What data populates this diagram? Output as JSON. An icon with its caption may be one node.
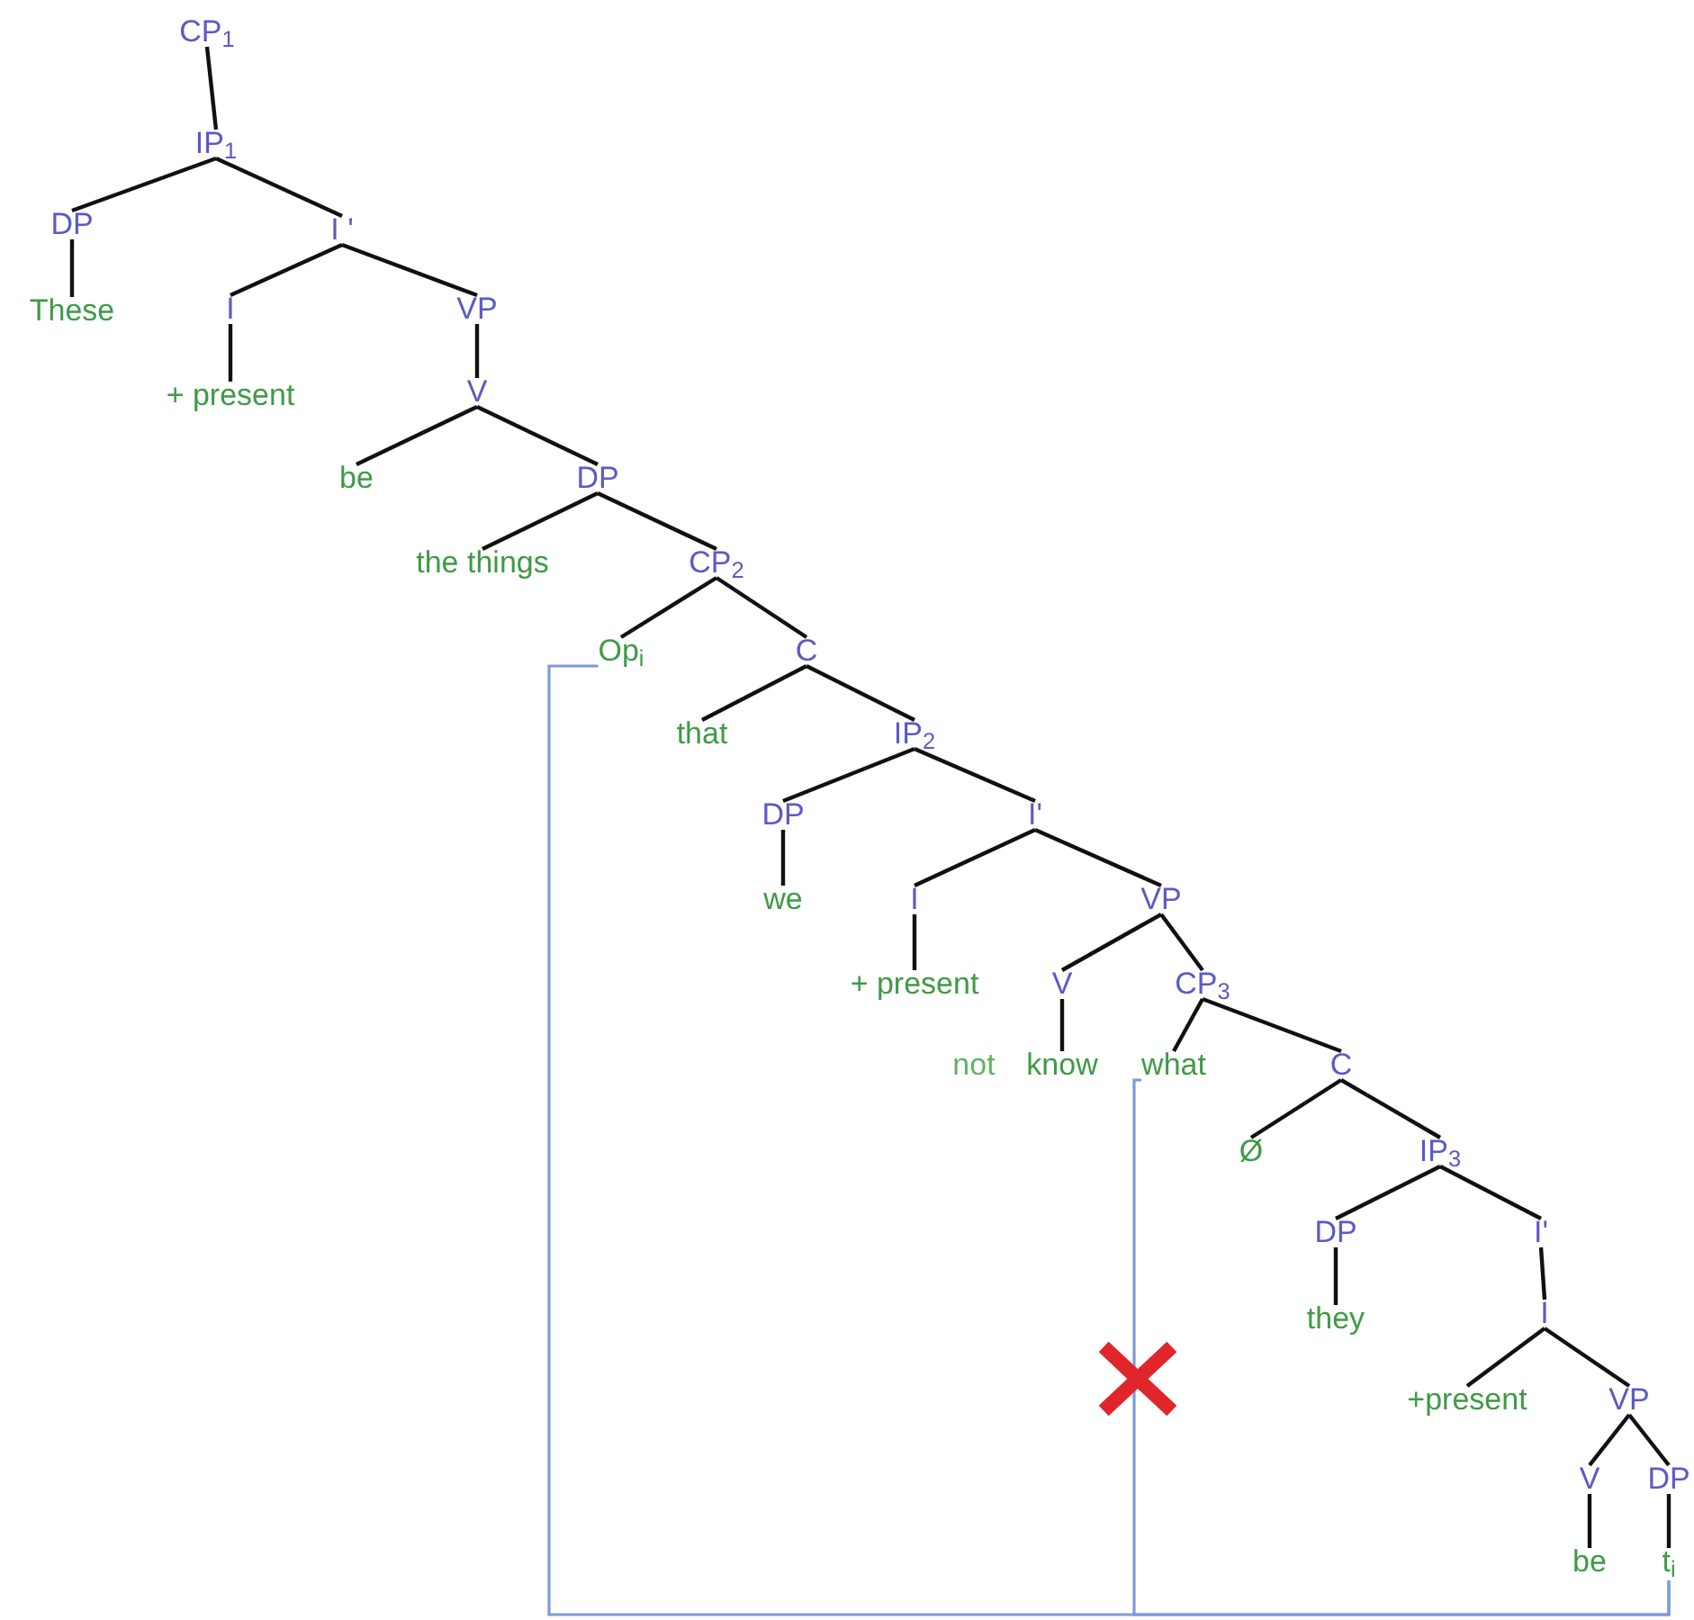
{
  "diagram": {
    "nodes": [
      {
        "text": [
          "CP$_{1}$"
        ]
      },
      {
        "text": [
          "IP$_{1}$"
        ]
      },
      {
        "text": [
          "DP"
        ]
      },
      {
        "text": [
          "I '"
        ]
      },
      {
        "text": [
          "These"
        ]
      },
      {
        "text": [
          "I"
        ]
      },
      {
        "text": [
          "VP"
        ]
      },
      {
        "text": [
          "+ present"
        ]
      },
      {
        "text": [
          "V"
        ]
      },
      {
        "text": [
          "be"
        ]
      },
      {
        "text": [
          "DP"
        ]
      },
      {
        "text": [
          "the things"
        ]
      },
      {
        "text": [
          "CP$_{2}$"
        ]
      },
      {
        "text": [
          "Op$_{i}$"
        ]
      },
      {
        "text": [
          "C"
        ]
      },
      {
        "text": [
          "that"
        ]
      },
      {
        "text": [
          "IP$_{2}$"
        ]
      },
      {
        "text": [
          "DP"
        ]
      },
      {
        "text": [
          "I'"
        ]
      },
      {
        "text": [
          "we"
        ]
      },
      {
        "text": [
          "I"
        ]
      },
      {
        "text": [
          "VP"
        ]
      },
      {
        "text": [
          "+ present"
        ]
      },
      {
        "text": [
          "V"
        ]
      },
      {
        "text": [
          "CP$_{3}$"
        ]
      },
      {
        "text": [
          "know"
        ]
      },
      {
        "text": [
          "what"
        ]
      },
      {
        "text": [
          "C"
        ]
      },
      {
        "text": [
          "Ø"
        ]
      },
      {
        "text": [
          "IP$_{3}$"
        ]
      },
      {
        "text": [
          "DP"
        ]
      },
      {
        "text": [
          "I'"
        ]
      },
      {
        "text": [
          "they"
        ]
      },
      {
        "text": [
          "I"
        ]
      },
      {
        "text": [
          "+present"
        ]
      },
      {
        "text": [
          "VP"
        ]
      },
      {
        "text": [
          "V"
        ]
      },
      {
        "text": [
          "DP"
        ]
      },
      {
        "text": [
          "be"
        ]
      },
      {
        "text": [
          "t$_{i}$"
        ]
      }
    ],
    "edges": [
      {
        "from": 0,
        "to": 1,
        "arrow": "none"
      },
      {
        "from": 1,
        "to": 2,
        "arrow": "none"
      },
      {
        "from": 1,
        "to": 3,
        "arrow": "none"
      },
      {
        "from": 2,
        "to": 4,
        "arrow": "none"
      },
      {
        "from": 3,
        "to": 5,
        "arrow": "none"
      },
      {
        "from": 3,
        "to": 6,
        "arrow": "none"
      },
      {
        "from": 5,
        "to": 7,
        "arrow": "none"
      },
      {
        "from": 6,
        "to": 8,
        "arrow": "none"
      },
      {
        "from": 8,
        "to": 9,
        "arrow": "none"
      },
      {
        "from": 8,
        "to": 10,
        "arrow": "none"
      },
      {
        "from": 10,
        "to": 11,
        "arrow": "none"
      },
      {
        "from": 10,
        "to": 12,
        "arrow": "none"
      },
      {
        "from": 12,
        "to": 13,
        "arrow": "none"
      },
      {
        "from": 12,
        "to": 14,
        "arrow": "none"
      },
      {
        "from": 14,
        "to": 15,
        "arrow": "none"
      },
      {
        "from": 14,
        "to": 16,
        "arrow": "none"
      },
      {
        "from": 16,
        "to": 17,
        "arrow": "none"
      },
      {
        "from": 16,
        "to": 18,
        "arrow": "none"
      },
      {
        "from": 17,
        "to": 19,
        "arrow": "none"
      },
      {
        "from": 18,
        "to": 20,
        "arrow": "none"
      },
      {
        "from": 18,
        "to": 21,
        "arrow": "none"
      },
      {
        "from": 20,
        "to": 22,
        "arrow": "none"
      },
      {
        "from": 21,
        "to": 23,
        "arrow": "none"
      },
      {
        "from": 21,
        "to": 24,
        "arrow": "none"
      },
      {
        "from": 23,
        "to": 25,
        "arrow": "none"
      },
      {
        "from": 24,
        "to": 26,
        "arrow": "none"
      },
      {
        "from": 24,
        "to": 27,
        "arrow": "none"
      },
      {
        "from": 27,
        "to": 28,
        "arrow": "none"
      },
      {
        "from": 27,
        "to": 29,
        "arrow": "none"
      },
      {
        "from": 29,
        "to": 30,
        "arrow": "none"
      },
      {
        "from": 29,
        "to": 31,
        "arrow": "none"
      },
      {
        "from": 30,
        "to": 32,
        "arrow": "none"
      },
      {
        "from": 31,
        "to": 33,
        "arrow": "none"
      },
      {
        "from": 33,
        "to": 34,
        "arrow": "none"
      },
      {
        "from": 33,
        "to": 35,
        "arrow": "none"
      },
      {
        "from": 35,
        "to": 36,
        "arrow": "none"
      },
      {
        "from": 35,
        "to": 37,
        "arrow": "none"
      },
      {
        "from": 36,
        "to": 38,
        "arrow": "none"
      },
      {
        "from": 37,
        "to": 39,
        "arrow": "none"
      },
      {
        "from": 13,
        "to": 39,
        "arrow": "none",
        "color": "#7f9ad6"
      },
      {
        "from": 26,
        "to": 39,
        "arrow": "none",
        "color": "#7f9ad6"
      }
    ],
    "labels": [
      "not"
    ]
  }
}
